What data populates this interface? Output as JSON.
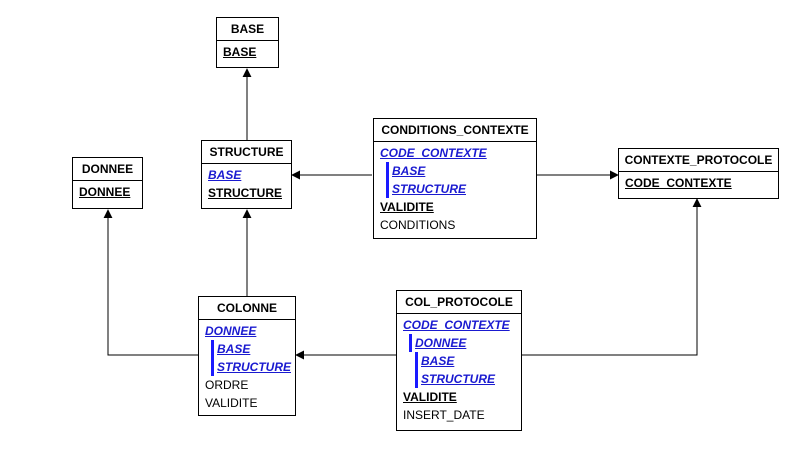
{
  "entities": {
    "base": {
      "title": "BASE",
      "attrs": [
        "BASE"
      ]
    },
    "donnee": {
      "title": "DONNEE",
      "attrs": [
        "DONNEE"
      ]
    },
    "structure": {
      "title": "STRUCTURE",
      "attrs": [
        "BASE",
        "STRUCTURE"
      ]
    },
    "conditions_contexte": {
      "title": "CONDITIONS_CONTEXTE",
      "attrs": [
        "CODE_CONTEXTE",
        "BASE",
        "STRUCTURE",
        "VALIDITE",
        "CONDITIONS"
      ]
    },
    "contexte_protocole": {
      "title": "CONTEXTE_PROTOCOLE",
      "attrs": [
        "CODE_CONTEXTE"
      ]
    },
    "colonne": {
      "title": "COLONNE",
      "attrs": [
        "DONNEE",
        "BASE",
        "STRUCTURE",
        "ORDRE",
        "VALIDITE"
      ]
    },
    "col_protocole": {
      "title": "COL_PROTOCOLE",
      "attrs": [
        "CODE_CONTEXTE",
        "DONNEE",
        "BASE",
        "STRUCTURE",
        "VALIDITE",
        "INSERT_DATE"
      ]
    }
  },
  "colors": {
    "foreign_key": "#1a1ad0",
    "bracket": "#1a1aff",
    "line": "#000000"
  }
}
